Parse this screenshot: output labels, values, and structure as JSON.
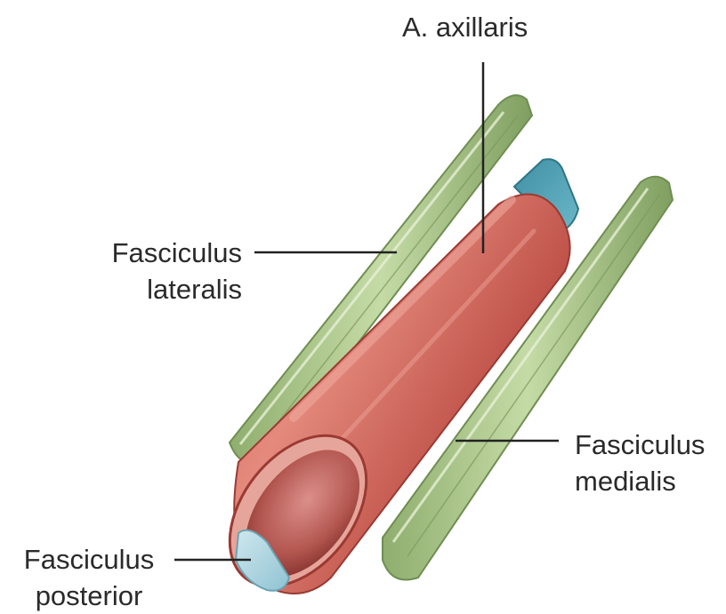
{
  "labels": {
    "axillary_artery": "A. axillaris",
    "lateral_cord": {
      "line1": "Fasciculus",
      "line2": "lateralis"
    },
    "medial_cord": {
      "line1": "Fasciculus",
      "line2": "medialis"
    },
    "posterior_cord": {
      "line1": "Fasciculus",
      "line2": "posterior"
    }
  },
  "colors": {
    "artery": "#d9786c",
    "artery_lumen": "#b8524b",
    "nerve_cord_green": "#a9c487",
    "nerve_cord_blue": "#4e9fb3",
    "leader_line": "#222222"
  }
}
